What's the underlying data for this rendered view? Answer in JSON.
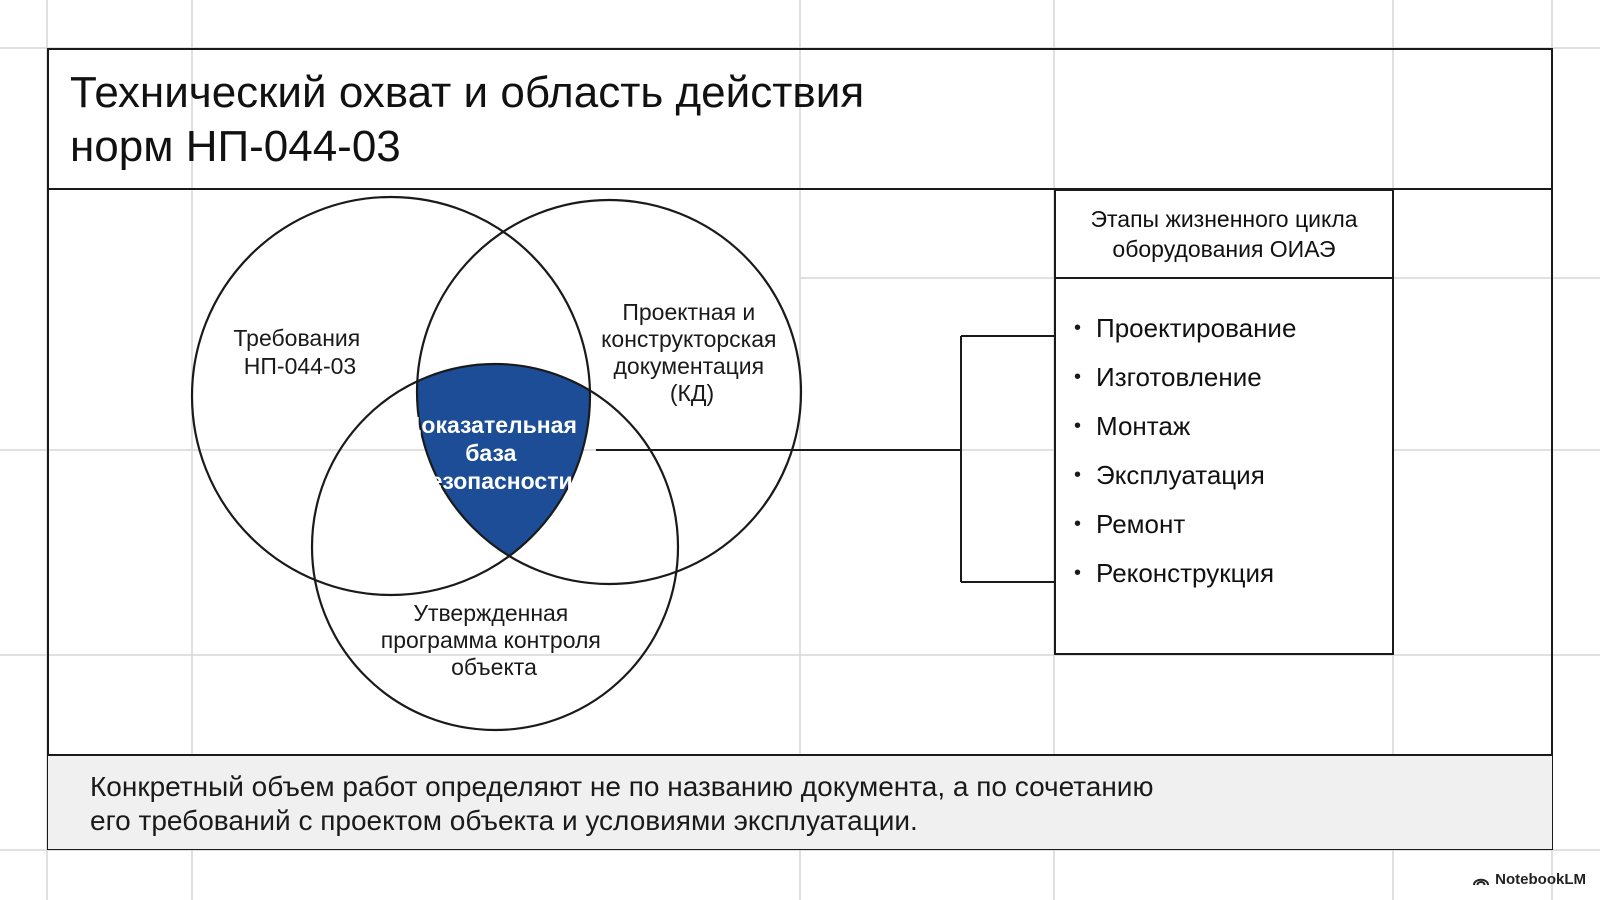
{
  "title": {
    "line1": "Технический охват и область действия",
    "line2": "норм НП-044-03"
  },
  "venn": {
    "circle_a": {
      "line1": "Требования",
      "line2": "НП-044-03"
    },
    "circle_b": {
      "line1": "Проектная и",
      "line2": "конструкторская",
      "line3": "документация",
      "line4": "(КД)"
    },
    "circle_c": {
      "line1": "Утвержденная",
      "line2": "программа контроля",
      "line3": "объекта"
    },
    "center": {
      "line1": "Доказательная",
      "line2": "база",
      "line3": "безопасности"
    },
    "center_color": "#1c4d96"
  },
  "lifecycle": {
    "header_line1": "Этапы жизненного цикла",
    "header_line2": "оборудования ОИАЭ",
    "items": [
      "Проектирование",
      "Изготовление",
      "Монтаж",
      "Эксплуатация",
      "Ремонт",
      "Реконструкция"
    ]
  },
  "footer": {
    "line1": "Конкретный объем работ определяют не по названию документа, а по сочетанию",
    "line2": "его требований с проектом объекта и условиями эксплуатации."
  },
  "watermark": {
    "label": "NotebookLM",
    "icon": "notebooklm-logo-icon"
  }
}
